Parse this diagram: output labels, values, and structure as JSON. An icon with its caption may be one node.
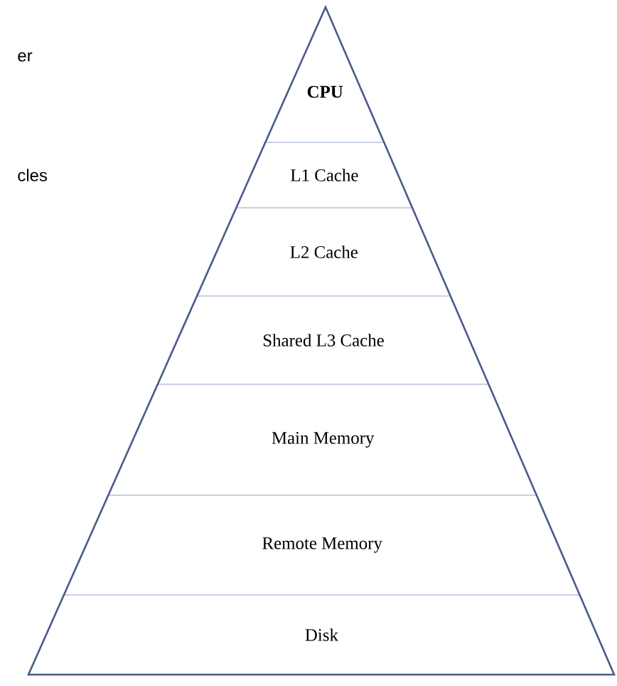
{
  "diagram": {
    "nodes": [
      {
        "text": [
          "CPU"
        ]
      },
      {
        "text": [
          "L1 Cache"
        ]
      },
      {
        "text": [
          "L2 Cache"
        ]
      },
      {
        "text": [
          "Shared L3 Cache"
        ]
      },
      {
        "text": [
          "Main Memory"
        ]
      },
      {
        "text": [
          "Remote Memory"
        ]
      },
      {
        "text": [
          "Disk"
        ]
      }
    ],
    "labels": [
      "er",
      "cles"
    ]
  }
}
